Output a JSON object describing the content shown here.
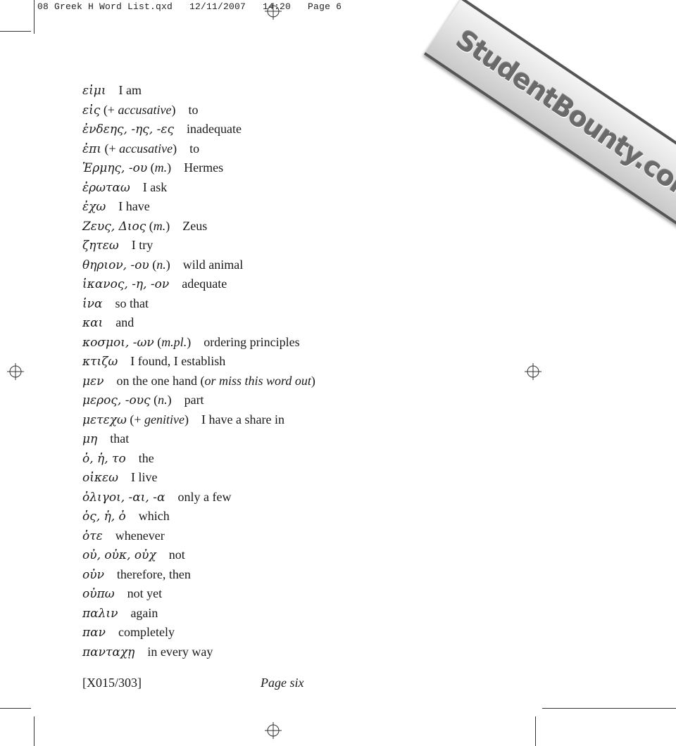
{
  "slug": "08 Greek H Word List.qxd   12/11/2007   14:20   Page 6",
  "watermark": "StudentBounty.com",
  "entries": [
    {
      "greek": "εἰμι",
      "note": "",
      "english": "I am"
    },
    {
      "greek": "εἰς",
      "note": "(+ accusative)",
      "english": "to"
    },
    {
      "greek": "ἐνδεης, -ης, -ες",
      "note": "",
      "english": "inadequate"
    },
    {
      "greek": "ἐπι",
      "note": "(+ accusative)",
      "english": "to"
    },
    {
      "greek": "Ἑρμης, -ου",
      "note": "(m.)",
      "english": "Hermes"
    },
    {
      "greek": "ἐρωταω",
      "note": "",
      "english": "I ask"
    },
    {
      "greek": "ἐχω",
      "note": "",
      "english": "I have"
    },
    {
      "greek": "Ζευς, Διος",
      "note": "(m.)",
      "english": "Zeus"
    },
    {
      "greek": "ζητεω",
      "note": "",
      "english": "I try"
    },
    {
      "greek": "θηριον, -ου",
      "note": "(n.)",
      "english": "wild animal"
    },
    {
      "greek": "ἱκανος, -η, -ον",
      "note": "",
      "english": "adequate"
    },
    {
      "greek": "ἱνα",
      "note": "",
      "english": "so that"
    },
    {
      "greek": "και",
      "note": "",
      "english": "and"
    },
    {
      "greek": "κοσμοι, -ων",
      "note": "(m.pl.)",
      "english": "ordering principles"
    },
    {
      "greek": "κτιζω",
      "note": "",
      "english": "I found, I establish"
    },
    {
      "greek": "μεν",
      "note": "",
      "english": "on the one hand (or miss this word out)"
    },
    {
      "greek": "μερος, -ους",
      "note": "(n.)",
      "english": "part"
    },
    {
      "greek": "μετεχω",
      "note": "(+ genitive)",
      "english": "I have a share in"
    },
    {
      "greek": "μη",
      "note": "",
      "english": "that"
    },
    {
      "greek": "ὁ, ἡ, το",
      "note": "",
      "english": "the"
    },
    {
      "greek": "οἰκεω",
      "note": "",
      "english": "I live"
    },
    {
      "greek": "ὀλιγοι, -αι, -α",
      "note": "",
      "english": "only a few"
    },
    {
      "greek": "ὁς, ἡ, ὁ",
      "note": "",
      "english": "which"
    },
    {
      "greek": "ὁτε",
      "note": "",
      "english": "whenever"
    },
    {
      "greek": "οὐ, οὐκ, οὐχ",
      "note": "",
      "english": "not"
    },
    {
      "greek": "οὐν",
      "note": "",
      "english": "therefore, then"
    },
    {
      "greek": "οὐπω",
      "note": "",
      "english": "not yet"
    },
    {
      "greek": "παλιν",
      "note": "",
      "english": "again"
    },
    {
      "greek": "παν",
      "note": "",
      "english": "completely"
    },
    {
      "greek": "πανταχῃ",
      "note": "",
      "english": "in every way"
    }
  ],
  "footer": {
    "code": "[X015/303]",
    "page_label": "Page six"
  }
}
